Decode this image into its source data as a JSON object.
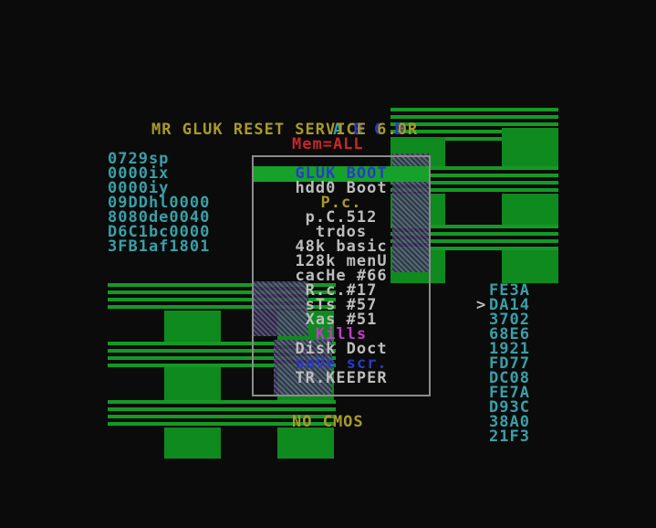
{
  "header": {
    "drives_prefix": "A ",
    "drives_rest": "B C D",
    "title": "MR GLUK RESET SERVICE 6.0R",
    "mem": "Mem=ALL"
  },
  "registers": [
    "0729sp",
    "0000ix",
    "0000iy",
    "09DDhl0000",
    "8080de0040",
    "D6C1bc0000",
    "3FB1af1801"
  ],
  "menu": {
    "items": [
      {
        "label": "GLUK BOOT",
        "color": "#2a3ac8",
        "selected": true
      },
      {
        "label": "hdd0 Boot",
        "color": "#bdbdbd",
        "selected": false
      },
      {
        "label": "P.c.",
        "color": "#a89a2a",
        "selected": false
      },
      {
        "label": "p.C.512",
        "color": "#bdbdbd",
        "selected": false
      },
      {
        "label": "trdos",
        "color": "#bdbdbd",
        "selected": false
      },
      {
        "label": "48k basic",
        "color": "#bdbdbd",
        "selected": false
      },
      {
        "label": "128k menU",
        "color": "#bdbdbd",
        "selected": false
      },
      {
        "label": "cacHe #66",
        "color": "#bdbdbd",
        "selected": false
      },
      {
        "label": "R.c.#17",
        "color": "#bdbdbd",
        "selected": false
      },
      {
        "label": "sTs #57",
        "color": "#bdbdbd",
        "selected": false
      },
      {
        "label": "Xas #51",
        "color": "#bdbdbd",
        "selected": false
      },
      {
        "label": "Kills",
        "color": "#c23ac8",
        "selected": false
      },
      {
        "label": "Disk Doct",
        "color": "#bdbdbd",
        "selected": false
      },
      {
        "label": "saVe scr.",
        "color": "#2a3ac8",
        "selected": false
      },
      {
        "label": "TR.KEEPER",
        "color": "#bdbdbd",
        "selected": false
      }
    ]
  },
  "status": "NO CMOS",
  "stack": {
    "pointer": ">",
    "values": [
      "FE3A",
      "DA14",
      "3702",
      "68E6",
      "1921",
      "FD77",
      "DC08",
      "FE7A",
      "D93C",
      "38A0",
      "21F3"
    ]
  }
}
